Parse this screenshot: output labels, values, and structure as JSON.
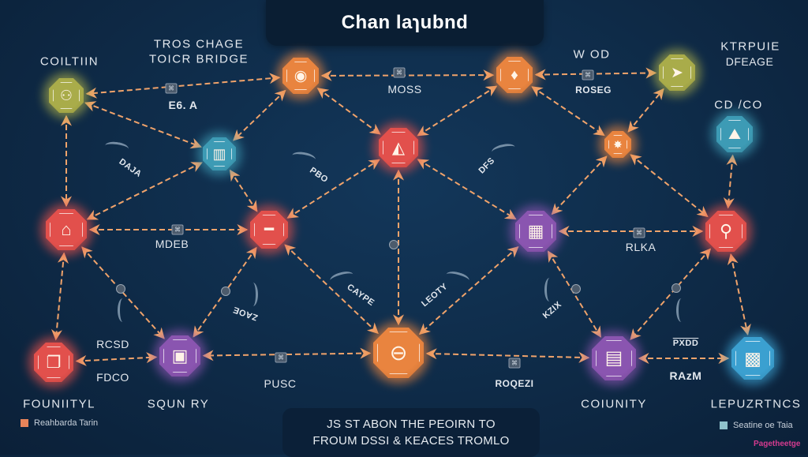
{
  "title": "Chan laɿubnd",
  "footer": {
    "line1": "JS ST ABON THE PEOIRN TO",
    "line2": "FROUM DSSI & KEACES TROMLO"
  },
  "headings": {
    "coiltiin": "COILTIIN",
    "tros_chage": "TROS CHAGE",
    "toicr_bridge": "TOICR BRIDGE",
    "wod": "W OD",
    "ktrpuie": "KTRPUIE",
    "dfeage": "DFEAGE",
    "cdco": "CD /CO",
    "founity": "FOUNIITYL",
    "squnry": "SQUN RY",
    "coiunity": "COIUNITY",
    "lepuzrtncs": "LEPUZRTNCS"
  },
  "edge_labels": {
    "e6a": "E6. A",
    "moss": "MOSS",
    "roseg": "ROSEG",
    "mdeb": "MDEB",
    "rlka": "RLKA",
    "rcsd": "RCSD",
    "fdco": "FDCO",
    "pusc": "PUSC",
    "roqez": "ROQEZI",
    "ram": "RAzM",
    "pxdd": "PXDD",
    "daja": "DAJA",
    "pbo": "PBO",
    "dfs": "DFS",
    "zaoe": "ZAOE",
    "caype": "CAYPE",
    "leoty": "LEOTY",
    "kzix": "KZIX"
  },
  "legend": {
    "left": {
      "label": "Reahbarda Tarin",
      "color": "#e8845a"
    },
    "right": {
      "label": "Seatine oe Taia",
      "color": "#8fc2cc"
    }
  },
  "watermark": "Pagetheetge",
  "colors": {
    "edge": "#f0a36b",
    "olive": "#a9ac4a",
    "orange": "#e9843f",
    "red": "#e2504c",
    "teal": "#3d9bb5",
    "purple": "#8a55b0",
    "blue": "#3ba0d0"
  },
  "nodes": [
    {
      "id": "coiltiin",
      "color": "olive",
      "icon": "people-icon",
      "glyph": "⚇"
    },
    {
      "id": "bridge-top",
      "color": "orange",
      "icon": "globe-icon",
      "glyph": "◉"
    },
    {
      "id": "moss-right",
      "color": "orange",
      "icon": "drop-icon",
      "glyph": "♦"
    },
    {
      "id": "ktrpuie",
      "color": "olive",
      "icon": "paper-plane-icon",
      "glyph": "➤"
    },
    {
      "id": "city-teal",
      "color": "teal",
      "icon": "city-icon",
      "glyph": "▥"
    },
    {
      "id": "pyramid",
      "color": "red",
      "icon": "pyramid-icon",
      "glyph": "◭"
    },
    {
      "id": "star-small",
      "color": "orange",
      "icon": "star-icon",
      "glyph": "✸"
    },
    {
      "id": "cdco",
      "color": "teal",
      "icon": "landscape-icon",
      "glyph": "⛰"
    },
    {
      "id": "mdeb-left",
      "color": "red",
      "icon": "factory-icon",
      "glyph": "⌂"
    },
    {
      "id": "minus",
      "color": "red",
      "icon": "minus-icon",
      "glyph": "━"
    },
    {
      "id": "rlka-left",
      "color": "purple",
      "icon": "store-icon",
      "glyph": "▦"
    },
    {
      "id": "rlka-right",
      "color": "red",
      "icon": "group-icon",
      "glyph": "⚲"
    },
    {
      "id": "founity",
      "color": "red",
      "icon": "book-icon",
      "glyph": "❐"
    },
    {
      "id": "squnry",
      "color": "purple",
      "icon": "machine-icon",
      "glyph": "▣"
    },
    {
      "id": "center",
      "color": "orange",
      "icon": "lock-icon",
      "glyph": "⊖"
    },
    {
      "id": "coiunity",
      "color": "purple",
      "icon": "device-icon",
      "glyph": "▤"
    },
    {
      "id": "lepuzrtncs",
      "color": "blue",
      "icon": "buildings-icon",
      "glyph": "▩"
    }
  ],
  "edges": [
    [
      "bridge-top",
      "coiltiin"
    ],
    [
      "bridge-top",
      "moss-right"
    ],
    [
      "moss-right",
      "ktrpuie"
    ],
    [
      "bridge-top",
      "pyramid"
    ],
    [
      "moss-right",
      "pyramid"
    ],
    [
      "moss-right",
      "star-small"
    ],
    [
      "star-small",
      "ktrpuie"
    ],
    [
      "coiltiin",
      "city-teal"
    ],
    [
      "bridge-top",
      "city-teal"
    ],
    [
      "coiltiin",
      "mdeb-left"
    ],
    [
      "mdeb-left",
      "city-teal"
    ],
    [
      "minus",
      "city-teal"
    ],
    [
      "mdeb-left",
      "minus"
    ],
    [
      "minus",
      "pyramid"
    ],
    [
      "pyramid",
      "rlka-left"
    ],
    [
      "pyramid",
      "center"
    ],
    [
      "star-small",
      "rlka-left"
    ],
    [
      "star-small",
      "rlka-right"
    ],
    [
      "cdco",
      "rlka-right"
    ],
    [
      "rlka-left",
      "rlka-right"
    ],
    [
      "mdeb-left",
      "founity"
    ],
    [
      "mdeb-left",
      "squnry"
    ],
    [
      "minus",
      "squnry"
    ],
    [
      "founity",
      "squnry"
    ],
    [
      "center",
      "squnry"
    ],
    [
      "minus",
      "center"
    ],
    [
      "rlka-left",
      "center"
    ],
    [
      "coiunity",
      "center"
    ],
    [
      "rlka-left",
      "coiunity"
    ],
    [
      "rlka-right",
      "coiunity"
    ],
    [
      "coiunity",
      "lepuzrtncs"
    ],
    [
      "rlka-right",
      "lepuzrtncs"
    ]
  ]
}
